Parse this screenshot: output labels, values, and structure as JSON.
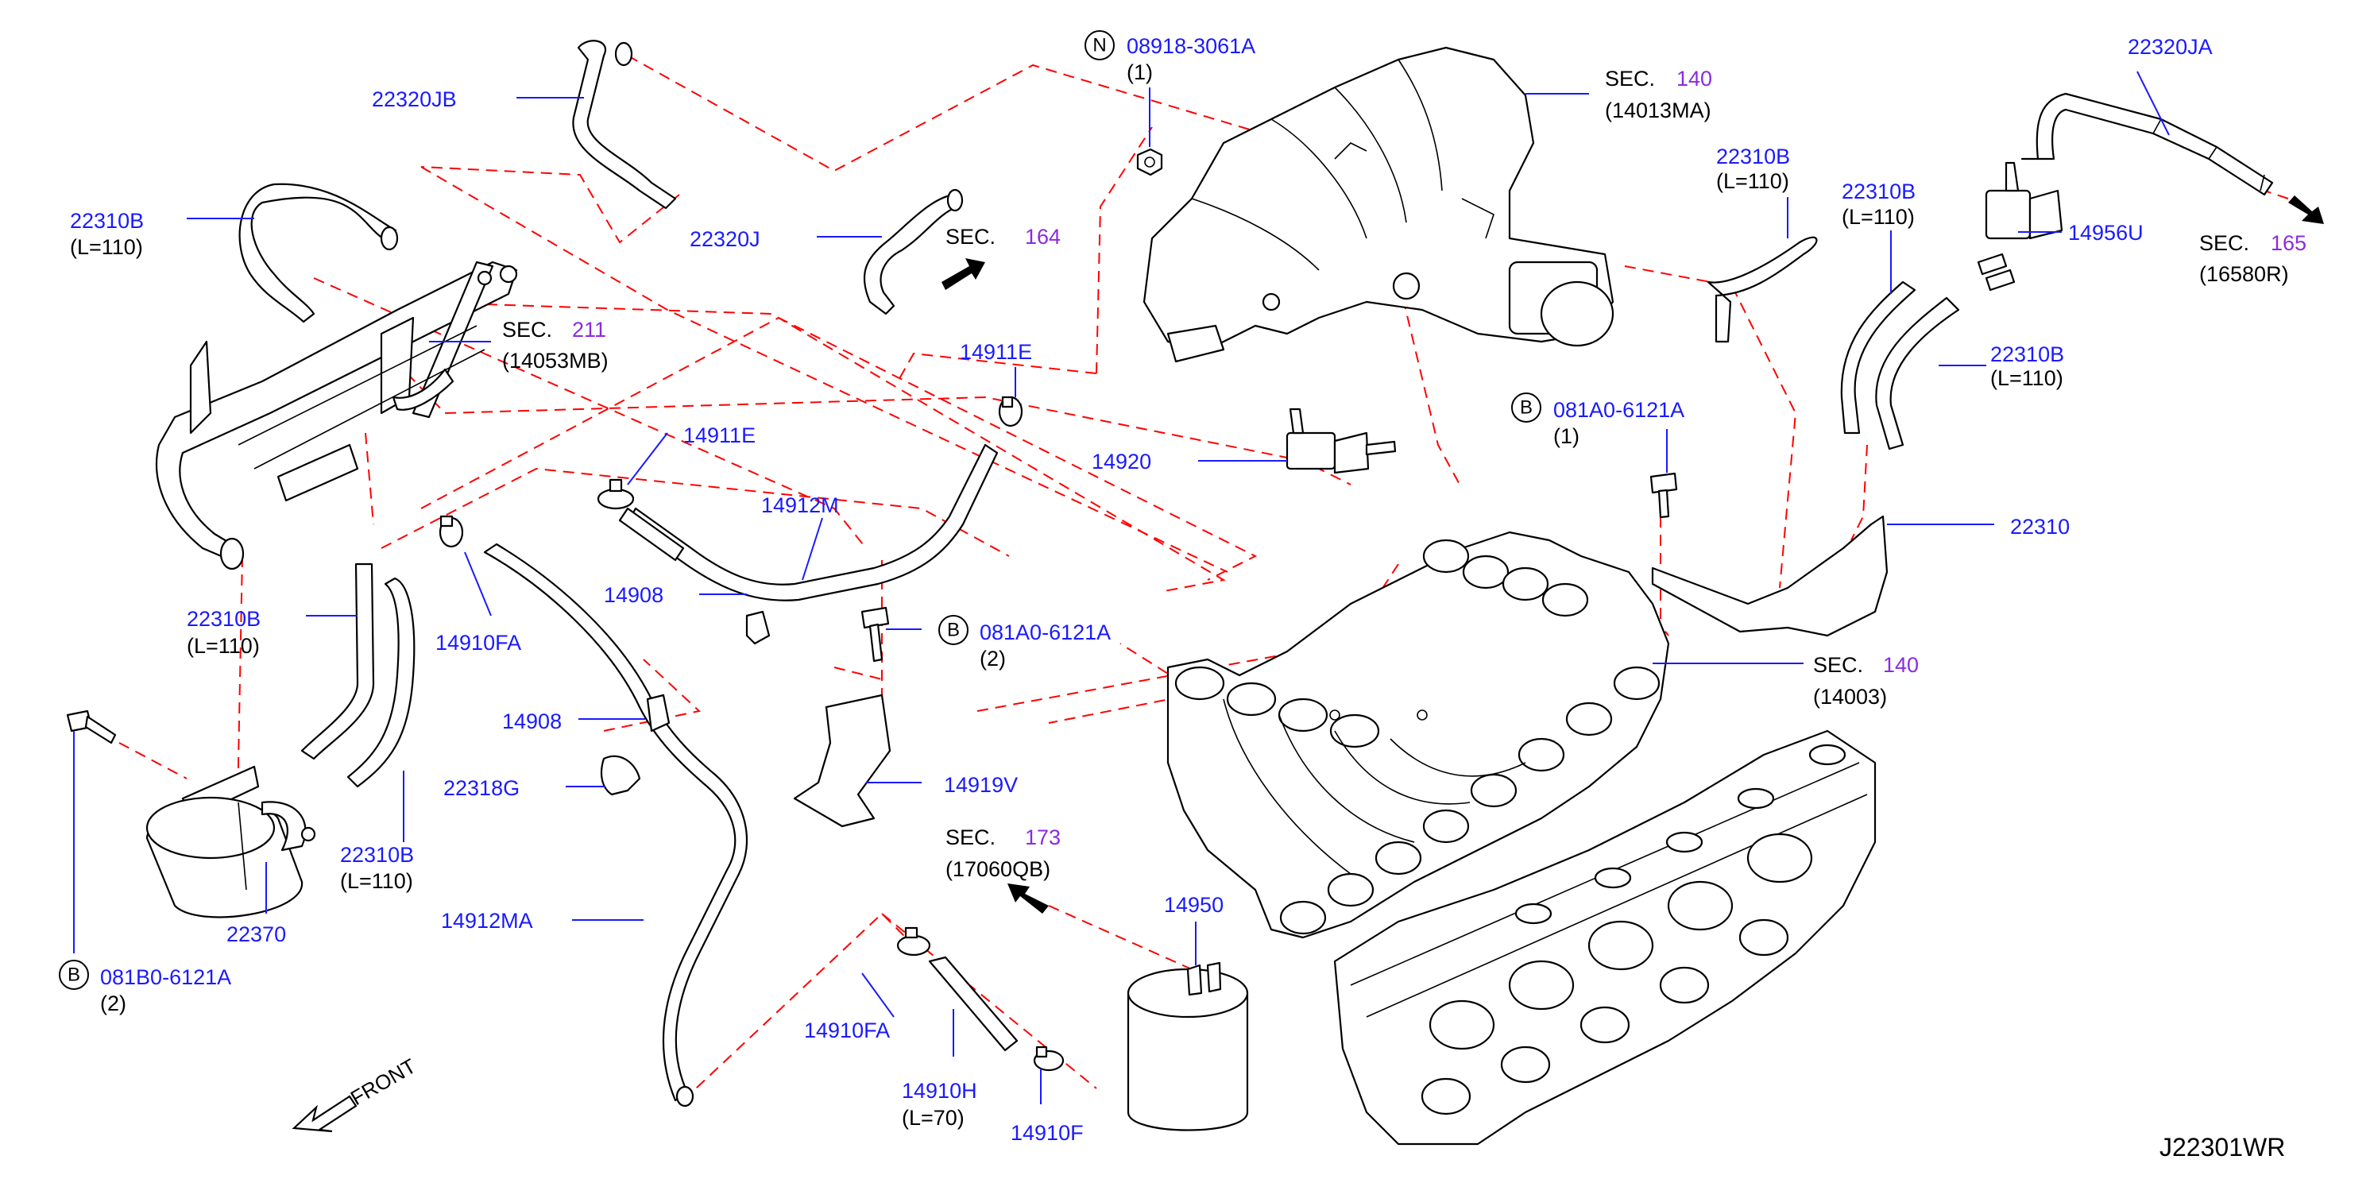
{
  "labels": {
    "p22320JB": "22320JB",
    "p22310B_tl": "22310B",
    "p22310B_tl_len": "(L=110)",
    "p22320J": "22320J",
    "sec164": "SEC.",
    "sec164_num": "164",
    "sec211": "SEC.",
    "sec211_num": "211",
    "sec211_ref": "(14053MB)",
    "p08918": "08918-3061A",
    "p08918_qty": "(1)",
    "sec140_top": "SEC.",
    "sec140_top_num": "140",
    "sec140_top_ref": "(14013MA)",
    "p22310B_mid": "22310B",
    "p22310B_mid_len": "(L=110)",
    "p22310B_r1": "22310B",
    "p22310B_r1_len": "(L=110)",
    "p22320JA": "22320JA",
    "p14956U": "14956U",
    "sec165": "SEC.",
    "sec165_num": "165",
    "sec165_ref": "(16580R)",
    "p22310B_r2": "22310B",
    "p22310B_r2_len": "(L=110)",
    "p14911E_a": "14911E",
    "p14911E_b": "14911E",
    "p14920": "14920",
    "p081A0_r": "081A0-6121A",
    "p081A0_r_qty": "(1)",
    "p22310": "22310",
    "p14912M": "14912M",
    "p14910FA_l": "14910FA",
    "p14908_a": "14908",
    "p081A0_m": "081A0-6121A",
    "p081A0_m_qty": "(2)",
    "sec140_low": "SEC.",
    "sec140_low_num": "140",
    "sec140_low_ref": "(14003)",
    "p22310B_ll": "22310B",
    "p22310B_ll_len": "(L=110)",
    "p14908_b": "14908",
    "p22318G": "22318G",
    "p14919V": "14919V",
    "p22310B_lb": "22310B",
    "p22310B_lb_len": "(L=110)",
    "p22370": "22370",
    "sec173": "SEC.",
    "sec173_num": "173",
    "sec173_ref": "(17060QB)",
    "p14950": "14950",
    "p14912MA": "14912MA",
    "p081B0": "081B0-6121A",
    "p081B0_qty": "(2)",
    "p14910FA_b": "14910FA",
    "p14910H": "14910H",
    "p14910H_len": "(L=70)",
    "p14910F": "14910F",
    "front": "FRONT",
    "diagram_code": "J22301WR"
  },
  "markers": {
    "N": "N",
    "B": "B"
  },
  "colors": {
    "part_number": "#1a1aff",
    "section_number": "#8a2be2",
    "dashed_connector": "#ff0000",
    "outline": "#000000"
  }
}
